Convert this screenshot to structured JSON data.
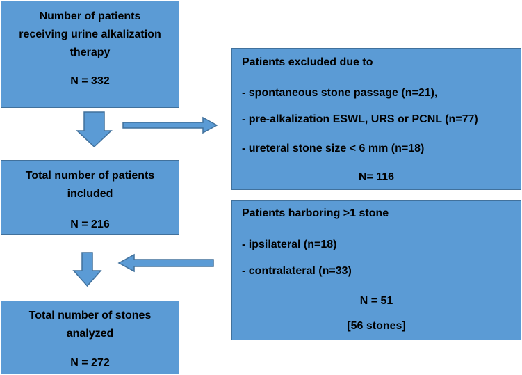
{
  "colors": {
    "box_fill": "#5b9bd5",
    "box_border": "#41719c",
    "text": "#000000"
  },
  "boxes": {
    "receiving": {
      "lines": [
        "Number of patients",
        "receiving urine alkalization",
        "therapy"
      ],
      "n": "N = 332"
    },
    "included": {
      "lines": [
        "Total number of patients",
        "included"
      ],
      "n": "N = 216"
    },
    "stones": {
      "lines": [
        "Total number of stones",
        "analyzed"
      ],
      "n": "N = 272"
    },
    "excluded": {
      "title": "Patients excluded due to",
      "items": [
        "- spontaneous stone passage (n=21),",
        "- pre-alkalization ESWL, URS or PCNL (n=77)",
        "- ureteral stone size < 6 mm (n=18)"
      ],
      "n": "N= 116"
    },
    "multistone": {
      "title": "Patients harboring >1 stone",
      "items": [
        "- ipsilateral (n=18)",
        "- contralateral (n=33)"
      ],
      "n": "N = 51",
      "note": "[56 stones]"
    }
  },
  "arrows": {
    "down_1": "down-arrow",
    "down_2": "down-arrow",
    "right_1": "right-arrow",
    "left_1": "left-arrow"
  }
}
